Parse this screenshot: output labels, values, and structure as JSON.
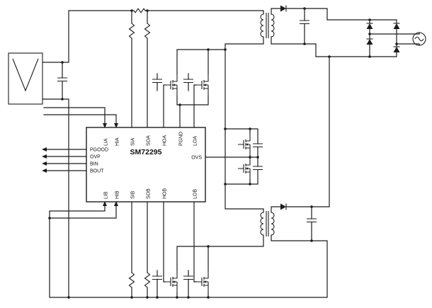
{
  "ic": {
    "name": "SM72295",
    "pins_top": [
      "LIA",
      "HIA",
      "SIA",
      "SOA",
      "HOA",
      "PGND",
      "LOA"
    ],
    "pins_left": [
      "PGOOD",
      "OVP",
      "BIN",
      "BOUT"
    ],
    "pins_right": [
      "OVS"
    ],
    "pins_bottom": [
      "LIB",
      "HIB",
      "SIB",
      "SOB",
      "HOB",
      "LOB"
    ]
  },
  "components": {
    "solar_panel_count": 1,
    "transformer_count": 2,
    "mosfet_count": 6,
    "bridge_diode_count": 4,
    "ac_source_count": 1
  },
  "colors": {
    "line": "#1c1c1c",
    "background": "#ffffff"
  }
}
